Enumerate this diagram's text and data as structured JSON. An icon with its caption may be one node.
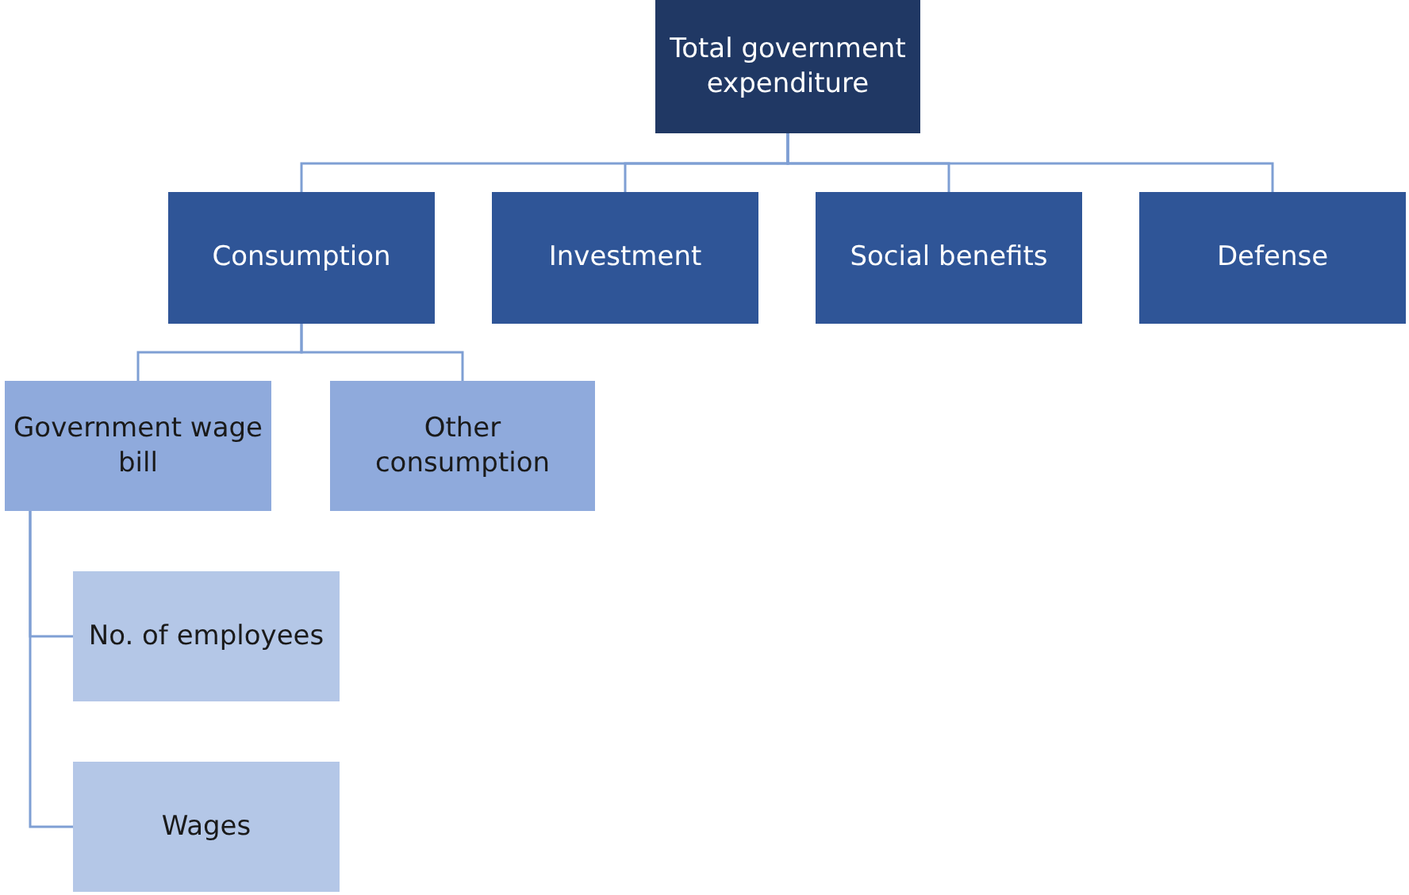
{
  "diagram": {
    "nodes": [
      {
        "text": [
          "Total government expenditure"
        ]
      },
      {
        "text": [
          "Consumption"
        ]
      },
      {
        "text": [
          "Investment"
        ]
      },
      {
        "text": [
          "Social benefits"
        ]
      },
      {
        "text": [
          "Defense"
        ]
      },
      {
        "text": [
          "Government wage bill"
        ]
      },
      {
        "text": [
          "Other consumption"
        ]
      },
      {
        "text": [
          "No. of employees"
        ]
      },
      {
        "text": [
          "Wages"
        ]
      }
    ],
    "edges": [
      {
        "from": 0,
        "to": 1,
        "arrow": "none"
      },
      {
        "from": 0,
        "to": 2,
        "arrow": "none"
      },
      {
        "from": 0,
        "to": 3,
        "arrow": "none"
      },
      {
        "from": 0,
        "to": 4,
        "arrow": "none"
      },
      {
        "from": 1,
        "to": 5,
        "arrow": "none"
      },
      {
        "from": 1,
        "to": 6,
        "arrow": "none"
      },
      {
        "from": 5,
        "to": 7,
        "arrow": "none"
      },
      {
        "from": 5,
        "to": 8,
        "arrow": "none"
      }
    ]
  }
}
